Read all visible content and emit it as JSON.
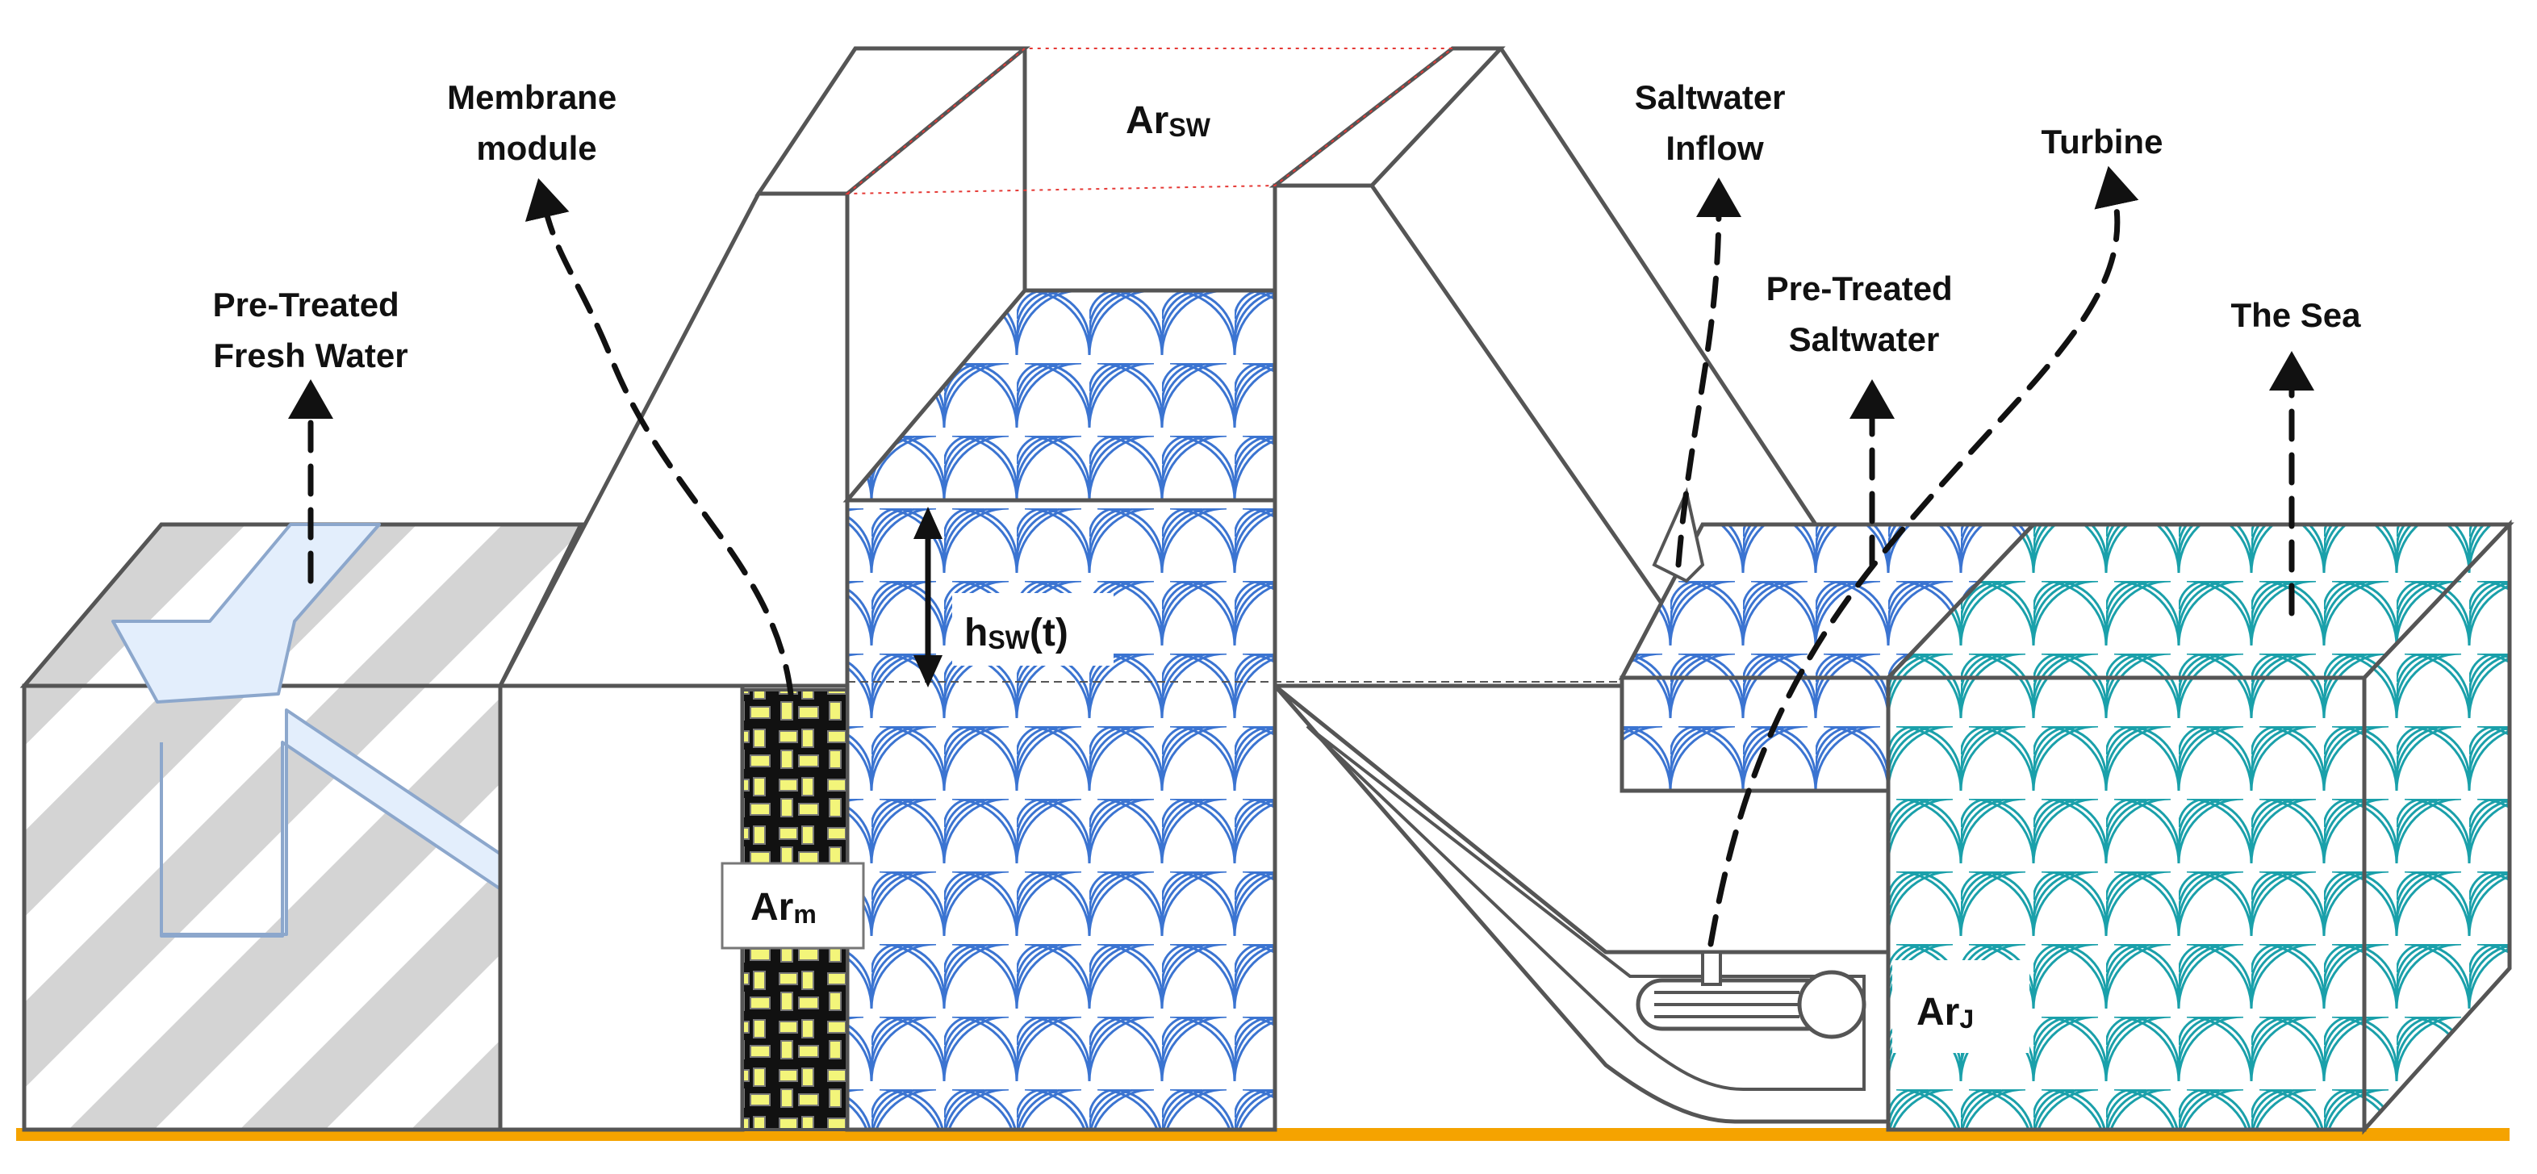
{
  "labels": {
    "fresh_water": [
      "Pre-Treated",
      "Fresh Water"
    ],
    "membrane": [
      "Membrane",
      "module"
    ],
    "saltwater_inflow": [
      "Saltwater",
      "Inflow"
    ],
    "turbine": "Turbine",
    "pretreated_saltwater": [
      "Pre-Treated",
      "Saltwater"
    ],
    "sea": "The Sea"
  },
  "symbols": {
    "ar_sw": {
      "main": "Ar",
      "sub": "SW"
    },
    "h_sw": {
      "main": "h",
      "sub": "SW",
      "suffix": "(t)"
    },
    "ar_m": {
      "main": "Ar",
      "sub": "m"
    },
    "ar_j": {
      "main": "Ar",
      "sub": "J"
    }
  },
  "colors": {
    "fresh_stripes": "#d4d4d4",
    "fresh_pipe": "#e3eefc",
    "saltwater_reservoir": "#3b74d1",
    "sea": "#1aa0aa",
    "membrane_fill": "#111111",
    "membrane_blocks": "#f3f57a",
    "ground": "#f5a300",
    "structure": "#555555"
  }
}
